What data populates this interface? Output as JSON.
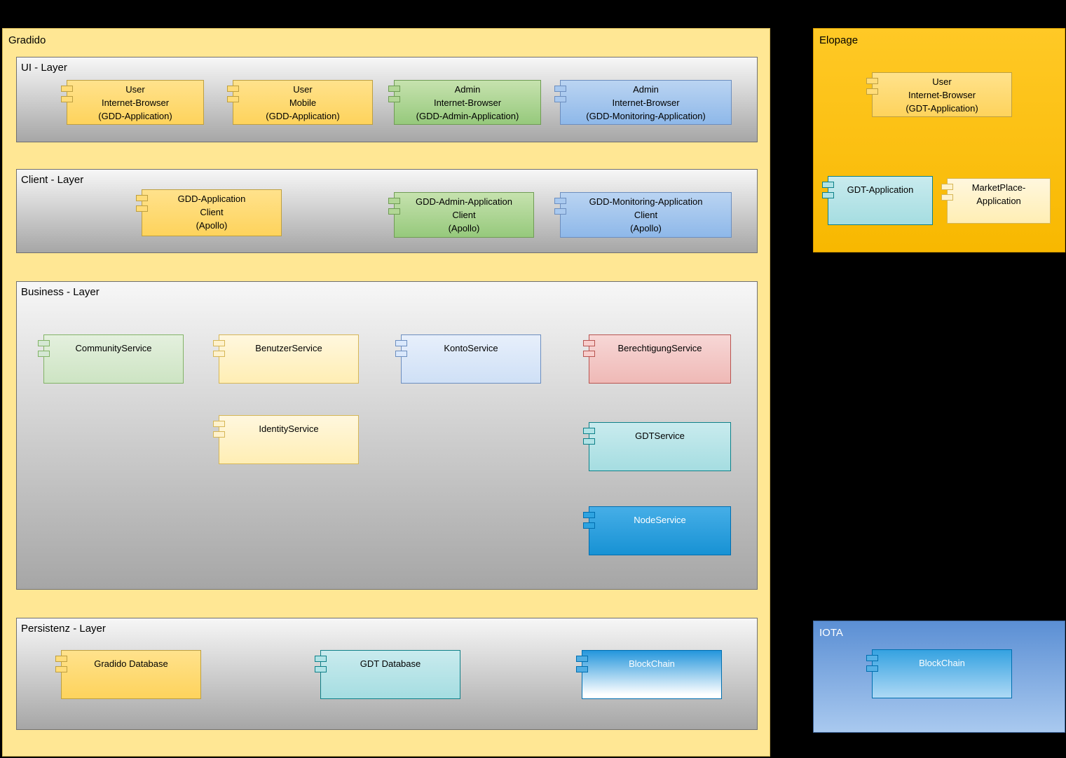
{
  "gradido": {
    "title": "Gradido",
    "layers": {
      "ui": {
        "title": "UI - Layer",
        "components": [
          {
            "label": "User\nInternet-Browser\n(GDD-Application)"
          },
          {
            "label": "User\nMobile\n(GDD-Application)"
          },
          {
            "label": "Admin\nInternet-Browser\n(GDD-Admin-Application)"
          },
          {
            "label": "Admin\nInternet-Browser\n(GDD-Monitoring-Application)"
          }
        ]
      },
      "client": {
        "title": "Client - Layer",
        "components": [
          {
            "label": "GDD-Application\nClient\n(Apollo)"
          },
          {
            "label": "GDD-Admin-Application\nClient\n(Apollo)"
          },
          {
            "label": "GDD-Monitoring-Application\nClient\n(Apollo)"
          }
        ]
      },
      "business": {
        "title": "Business - Layer",
        "components": [
          {
            "label": "CommunityService"
          },
          {
            "label": "BenutzerService"
          },
          {
            "label": "KontoService"
          },
          {
            "label": "BerechtigungService"
          },
          {
            "label": "IdentityService"
          },
          {
            "label": "GDTService"
          },
          {
            "label": "NodeService"
          }
        ]
      },
      "persistenz": {
        "title": "Persistenz - Layer",
        "components": [
          {
            "label": "Gradido Database"
          },
          {
            "label": "GDT Database"
          },
          {
            "label": "BlockChain"
          }
        ]
      }
    }
  },
  "elopage": {
    "title": "Elopage",
    "components": [
      {
        "label": "User\nInternet-Browser\n(GDT-Application)"
      },
      {
        "label": "GDT-Application"
      },
      {
        "label": "MarketPlace-\nApplication"
      }
    ]
  },
  "iota": {
    "title": "IOTA",
    "components": [
      {
        "label": "BlockChain"
      }
    ]
  },
  "colors": {
    "background": "#000000",
    "gradido_fill": "#ffe794",
    "elopage_fill": "#ffc000",
    "iota_fill": "#5b8fd4",
    "layer_gradient_top": "#f7f7f7",
    "layer_gradient_bottom": "#a6a6a6",
    "yellow": "#ffd966",
    "light_yellow": "#fff2cc",
    "green": "#9ed07f",
    "light_green": "#d5e8d4",
    "blue": "#9dc3e6",
    "light_blue": "#dae8fc",
    "pink": "#f8cecc",
    "teal": "#b0e3e6",
    "azure": "#1ba1e2"
  }
}
